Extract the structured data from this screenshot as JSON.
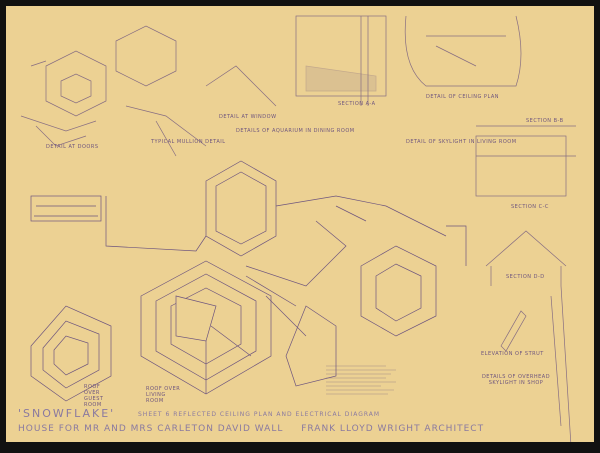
{
  "sheet": {
    "title_name": "'SNOWFLAKE'",
    "sheet_title": "SHEET 6  REFLECTED CEILING PLAN AND ELECTRICAL DIAGRAM",
    "client_line": "HOUSE FOR MR AND MRS CARLETON DAVID WALL",
    "architect": "FRANK LLOYD WRIGHT  ARCHITECT"
  },
  "labels": {
    "aquarium": "DETAILS OF AQUARIUM IN DINING ROOM",
    "section_aa": "SECTION A-A",
    "detail_window": "DETAIL AT WINDOW",
    "detail_doors": "DETAIL AT DOORS",
    "mullion": "TYPICAL MULLION DETAIL",
    "ceiling_plan": "DETAIL OF CEILING PLAN",
    "skylight_corner": "DETAIL OF SKYLIGHT IN LIVING ROOM",
    "section_bb": "SECTION B-B",
    "section_cc": "SECTION C-C",
    "section_dd": "SECTION D-D",
    "strut": "ELEVATION OF STRUT",
    "shop_skylight": "DETAILS OF OVERHEAD SKYLIGHT IN SHOP",
    "roof_guest": "ROOF OVER GUEST ROOM",
    "roof_living": "ROOF OVER LIVING ROOM"
  },
  "colors": {
    "paper": "#ecd193",
    "ink": "#6e557e",
    "border": "#111111"
  }
}
